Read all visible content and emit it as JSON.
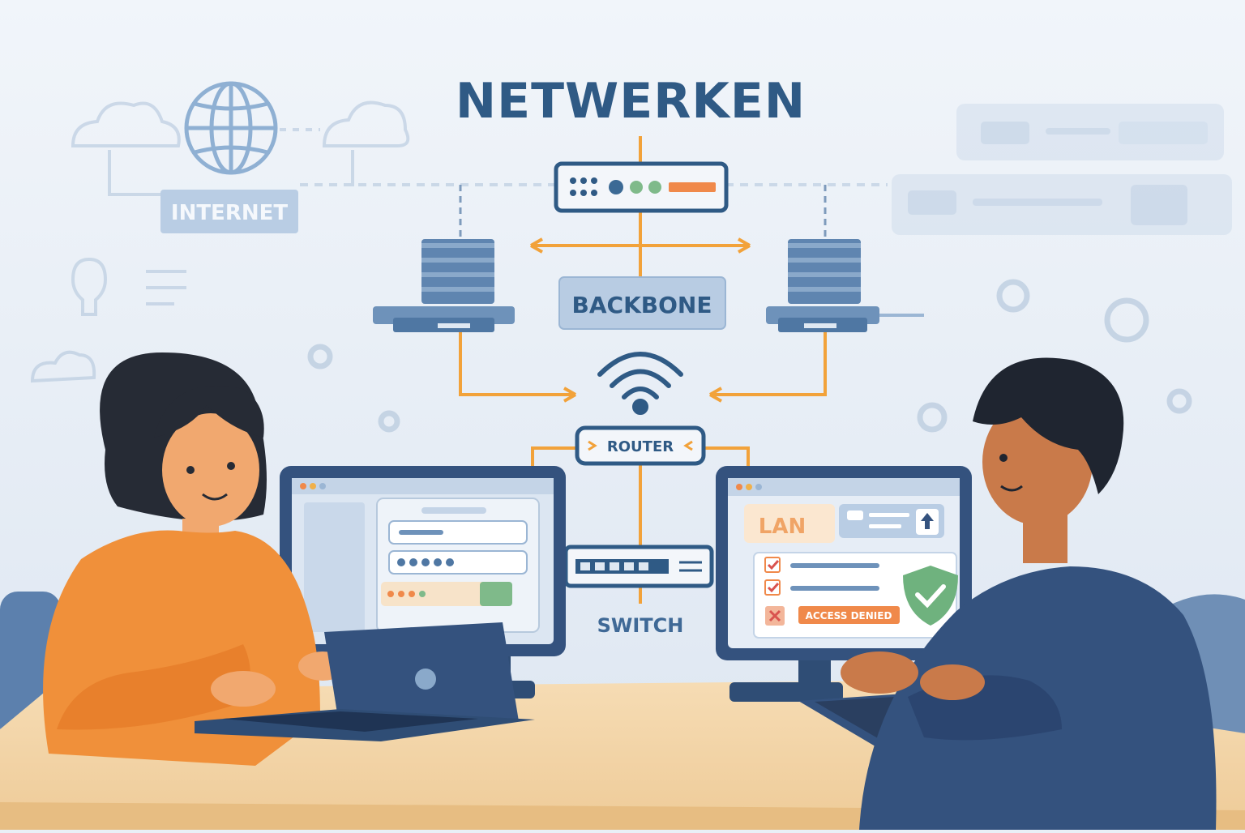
{
  "title": "NETWERKEN",
  "labels": {
    "internet": "INTERNET",
    "backbone": "BACKBONE",
    "router": "ROUTER",
    "switch": "SWITCH"
  },
  "right_screen": {
    "lan": "LAN",
    "access_denied": "ACCESS DENIED"
  },
  "colors": {
    "navy": "#2f5a85",
    "orange": "#f2a23a",
    "light_blue": "#b9cde4",
    "shirt_orange": "#f0903a",
    "sweater_navy": "#34527e"
  }
}
